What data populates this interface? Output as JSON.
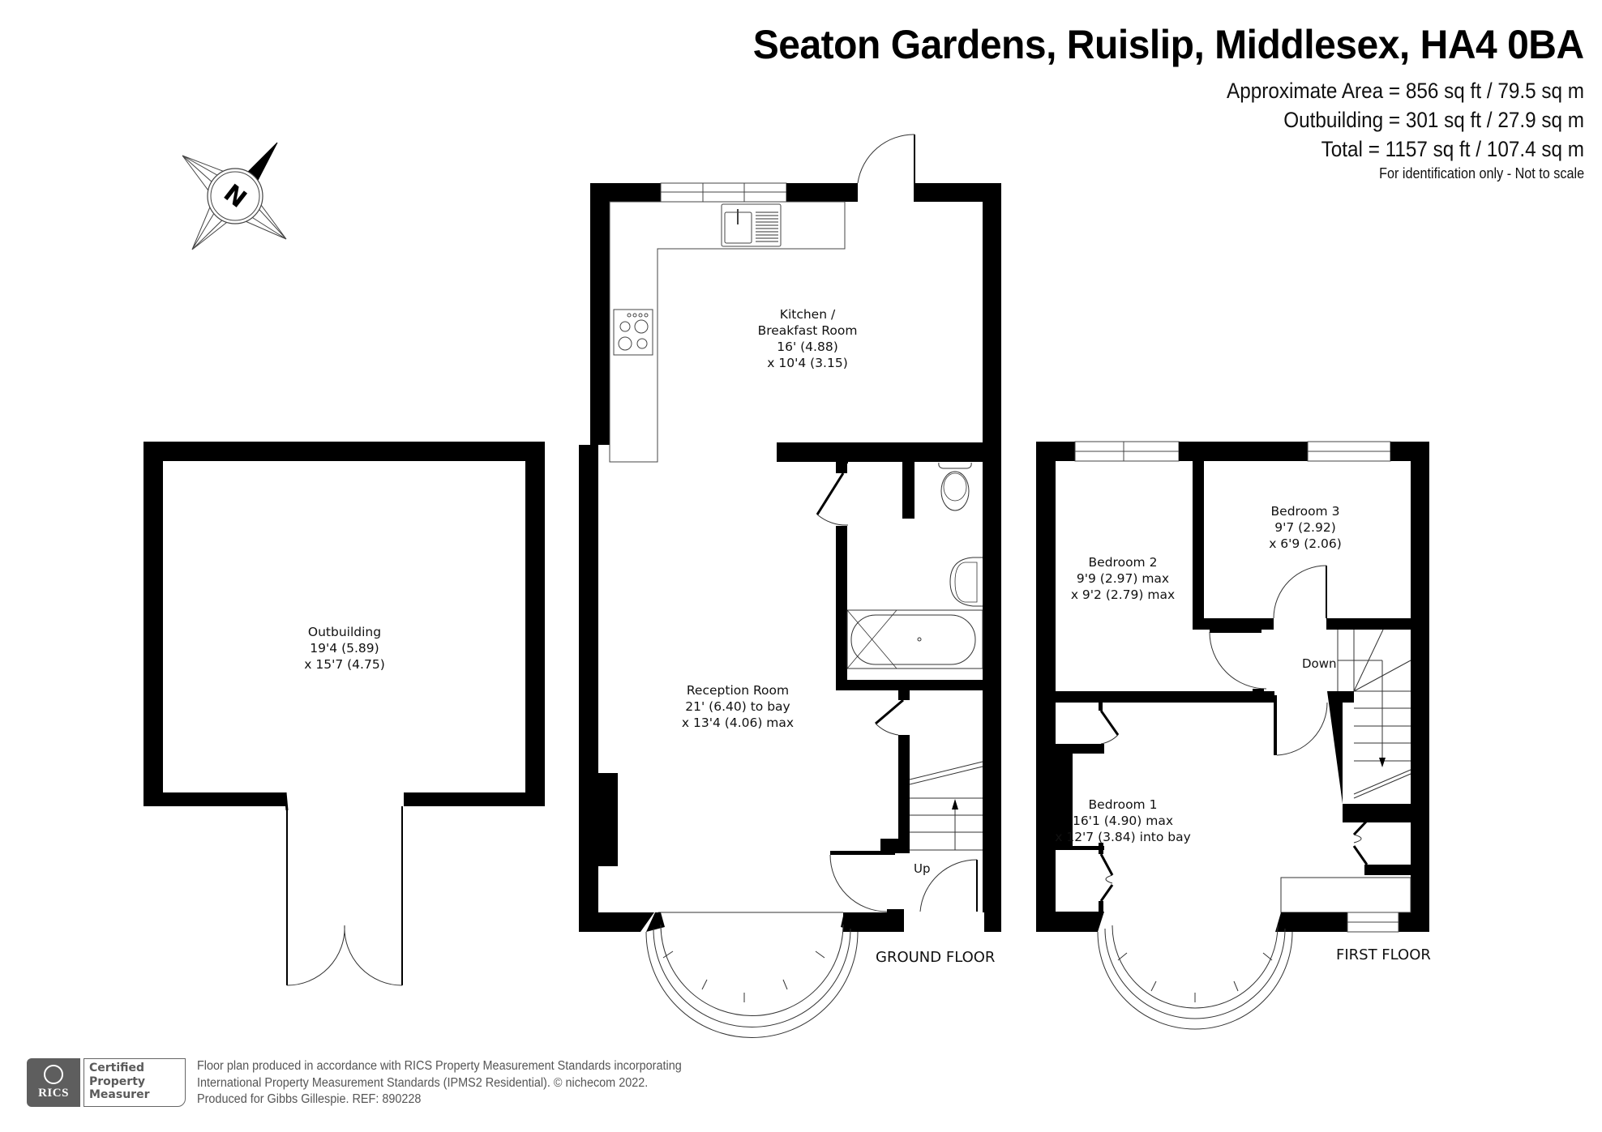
{
  "header": {
    "title": "Seaton Gardens, Ruislip, Middlesex, HA4 0BA",
    "areas": [
      "Approximate Area = 856 sq ft / 79.5 sq m",
      "Outbuilding = 301 sq ft / 27.9 sq m",
      "Total = 1157 sq ft / 107.4 sq m"
    ],
    "note": "For identification only - Not to scale"
  },
  "compass": {
    "icon": "north-arrow-icon",
    "letter": "N"
  },
  "outbuilding": {
    "name": "Outbuilding",
    "dim1": "19'4 (5.89)",
    "dim2": "x 15'7 (4.75)"
  },
  "ground_floor": {
    "label": "GROUND FLOOR",
    "stairs_label": "Up",
    "rooms": [
      {
        "name": "Kitchen /",
        "name2": "Breakfast Room",
        "dim1": "16' (4.88)",
        "dim2": "x 10'4 (3.15)"
      },
      {
        "name": "Reception Room",
        "dim1": "21' (6.40) to bay",
        "dim2": "x 13'4 (4.06) max"
      }
    ]
  },
  "first_floor": {
    "label": "FIRST FLOOR",
    "stairs_label": "Down",
    "rooms": [
      {
        "name": "Bedroom 1",
        "dim1": "16'1 (4.90) max",
        "dim2": "x 12'7 (3.84) into bay"
      },
      {
        "name": "Bedroom 2",
        "dim1": "9'9 (2.97) max",
        "dim2": "x 9'2 (2.79) max"
      },
      {
        "name": "Bedroom 3",
        "dim1": "9'7 (2.92)",
        "dim2": "x 6'9 (2.06)"
      }
    ]
  },
  "footer": {
    "badge_brand": "RICS",
    "badge_lines": [
      "Certified",
      "Property",
      "Measurer"
    ],
    "lines": [
      "Floor plan produced in accordance with RICS Property Measurement Standards incorporating",
      "International Property Measurement Standards (IPMS2 Residential).   © nichecom 2022.",
      "Produced for Gibbs Gillespie.   REF: 890228"
    ]
  },
  "colors": {
    "wall": "#000000",
    "line": "#333333",
    "footer_text": "#555555",
    "badge": "#5e5e5e"
  }
}
